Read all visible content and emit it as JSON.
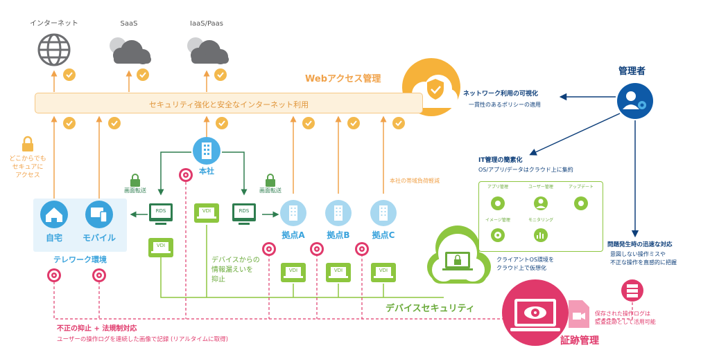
{
  "top": {
    "internet": "インターネット",
    "saas": "SaaS",
    "iaas": "IaaS/Paas",
    "web_access": "Webアクセス管理",
    "banner": "セキュリティ強化と安全なインターネット利用"
  },
  "left": {
    "anywhere": [
      "どこからでも",
      "セキュアに",
      "アクセス"
    ],
    "home": "自宅",
    "mobile": "モバイル",
    "telework": "テレワーク環境",
    "screen_transfer_1": "画面転送",
    "screen_transfer_2": "画面転送",
    "rds": "RDS",
    "vdi": "VDI"
  },
  "center": {
    "hq": "本社",
    "branch_a": "拠点A",
    "branch_b": "拠点B",
    "branch_c": "拠点C",
    "load_reduction": "本社の帯域負荷軽減",
    "leak_prevention": [
      "デバイスからの",
      "情報漏えいを",
      "抑止"
    ],
    "device_security": "デバイスセキュリティ"
  },
  "right": {
    "admin": "管理者",
    "network_title": "ネットワーク利用の可視化",
    "network_sub": "一貫性のあるポリシーの適用",
    "it_title": "IT管理の簡素化",
    "it_sub": "OS/アプリ/データはクラウド上に集約",
    "apps": [
      "アプリ管理",
      "ユーザー管理",
      "アップデート",
      "イメージ管理",
      "モニタリング"
    ],
    "client_os": [
      "クライアントOS環境を",
      "クラウド上で仮想化"
    ],
    "problem_title": "問題発生時の迅速な対応",
    "problem_sub": [
      "意図しない操作ミスや",
      "不正な操作を直感的に把握"
    ],
    "saved_log": [
      "保存された操作ログは",
      "監査証跡として活用可能"
    ],
    "evidence": "証跡管理"
  },
  "bottom": {
    "fraud_title": "不正の抑止 + 法規制対応",
    "fraud_sub": "ユーザーの操作ログを連続した画像で記録 (リアルタイムに取得)"
  },
  "colors": {
    "orange": "#f0a24a",
    "blue": "#3aa3dc",
    "green": "#6aaa3a",
    "dark_green": "#2e7d4f",
    "pink": "#e0396b",
    "navy": "#0e3f7a",
    "gray": "#6d6e71"
  }
}
